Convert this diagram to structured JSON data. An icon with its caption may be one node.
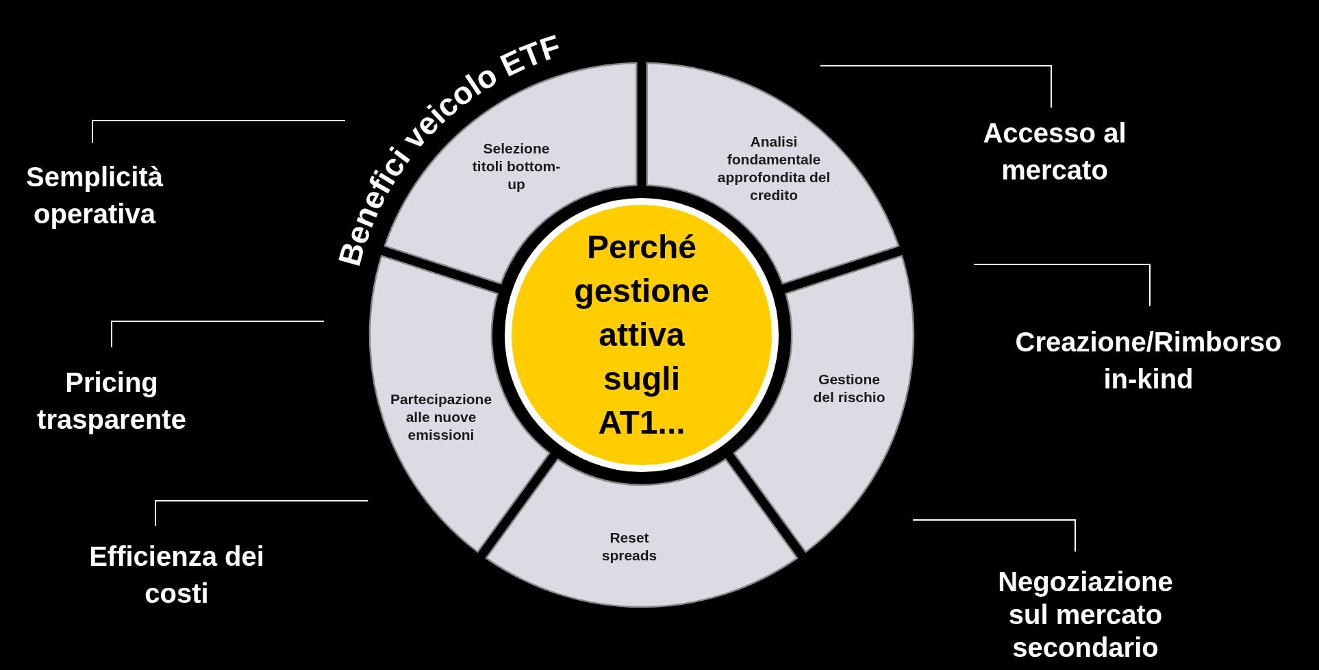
{
  "diagram": {
    "title": "Benefici veicolo ETF",
    "nodes": [
      {
        "text": [
          "Perché gestione attiva sugli AT1..."
        ]
      },
      {
        "text": [
          "Selezione titoli bottom-up"
        ]
      },
      {
        "text": [
          "Analisi fondamentale approfondita del credito"
        ]
      },
      {
        "text": [
          "Gestione del rischio"
        ]
      },
      {
        "text": [
          "Reset spreads"
        ]
      },
      {
        "text": [
          "Partecipazione alle nuove emissioni"
        ]
      },
      {
        "text": [
          "Semplicità operativa"
        ]
      },
      {
        "text": [
          "Pricing trasparente"
        ]
      },
      {
        "text": [
          "Efficienza dei costi"
        ]
      },
      {
        "text": [
          "Accesso al mercato"
        ]
      },
      {
        "text": [
          "Creazione/Rimborso in-kind"
        ]
      },
      {
        "text": [
          "Negoziazione sul mercato secondario"
        ]
      }
    ],
    "edges": [
      {
        "from": 6,
        "to": null,
        "arrow": "none"
      },
      {
        "from": 7,
        "to": null,
        "arrow": "none"
      },
      {
        "from": 8,
        "to": null,
        "arrow": "none"
      },
      {
        "from": 9,
        "to": null,
        "arrow": "none"
      },
      {
        "from": 10,
        "to": null,
        "arrow": "none"
      },
      {
        "from": 11,
        "to": null,
        "arrow": "none"
      }
    ]
  }
}
